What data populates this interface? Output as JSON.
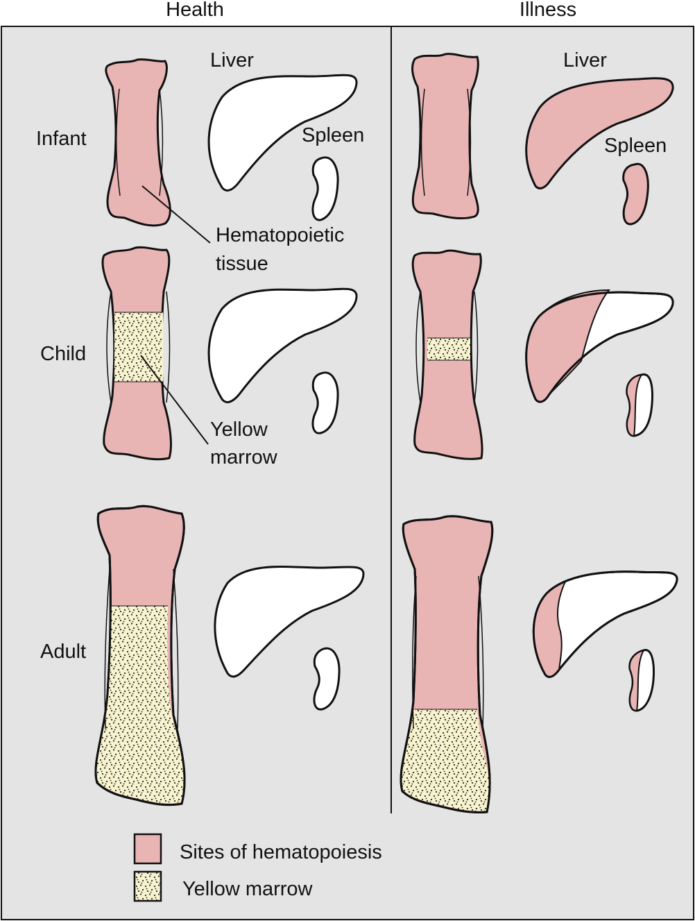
{
  "headers": {
    "left": "Health",
    "right": "Illness"
  },
  "rows": {
    "infant": "Infant",
    "child": "Child",
    "adult": "Adult"
  },
  "organs": {
    "liver": "Liver",
    "spleen": "Spleen"
  },
  "callouts": {
    "hematopoietic_line1": "Hematopoietic",
    "hematopoietic_line2": "tissue",
    "yellow_line1": "Yellow",
    "yellow_line2": "marrow"
  },
  "legend": {
    "hematopoiesis": "Sites of hematopoiesis",
    "yellow_marrow": "Yellow marrow"
  },
  "colors": {
    "panel_bg": "#e4e4e4",
    "hematopoiesis_pink": "#e8b4b4",
    "yellow_marrow": "#f7f3cf",
    "outline": "#111111"
  }
}
